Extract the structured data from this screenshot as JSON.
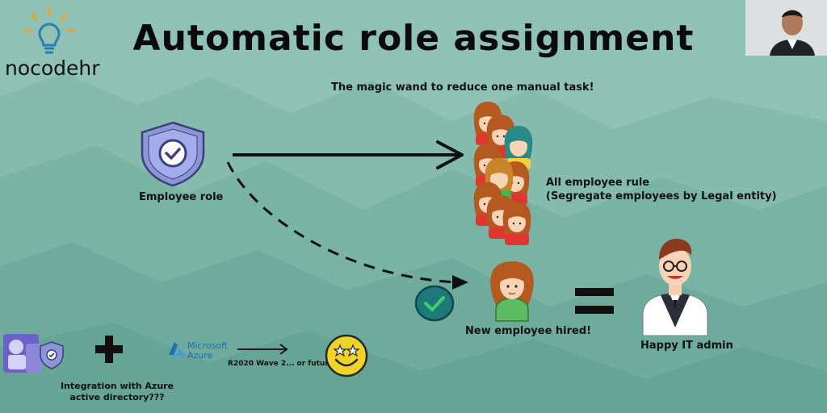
{
  "title": "Automatic role assignment",
  "brand": "nocodehr",
  "subtitle": "The magic wand to reduce one manual task!",
  "employee_role_label": "Employee  role",
  "all_employee_rule": {
    "line1": "All  employee rule",
    "line2": "(Segregate employees by  Legal entity)"
  },
  "new_employee_label": "New employee hired!",
  "it_admin_label": "Happy IT admin",
  "integration_label": "Integration with Azure active directory???",
  "microsoft_azure": {
    "line1": "Microsoft",
    "line2": "Azure"
  },
  "release_label": "R2020 Wave 2... or future",
  "colors": {
    "background": "#8fc2b4",
    "shield": "#8c96d6",
    "check_green": "#2f9e52",
    "azure_blue": "#1c6fb8",
    "smiley": "#f2d229"
  }
}
